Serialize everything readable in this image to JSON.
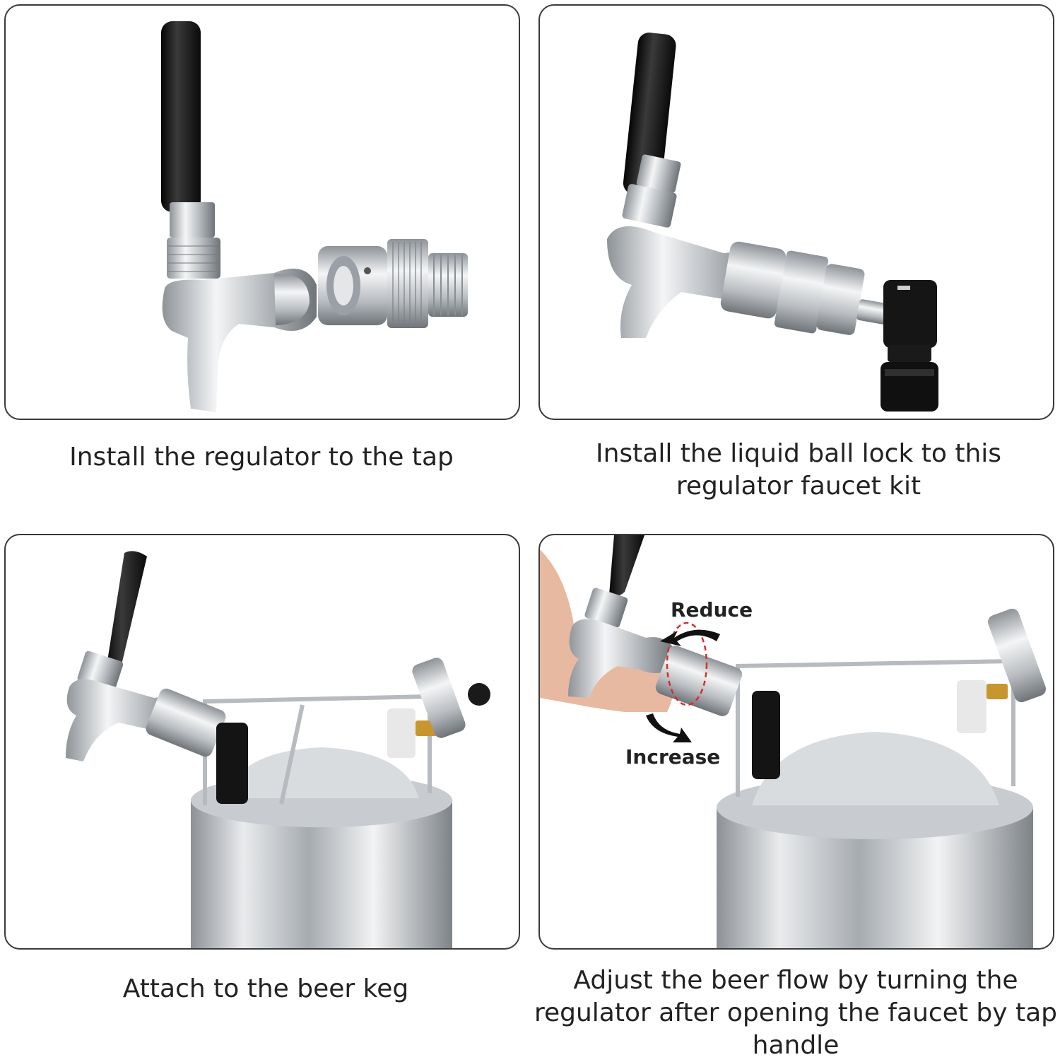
{
  "steps": [
    {
      "caption": "Install the regulator to the tap"
    },
    {
      "caption": "Install the liquid ball lock to this regulator faucet kit"
    },
    {
      "caption": "Attach to the beer keg"
    },
    {
      "caption": "Adjust the beer flow by turning the regulator after opening the faucet by tap handle"
    }
  ],
  "annotations": {
    "reduce": "Reduce",
    "increase": "Increase"
  },
  "colors": {
    "border": "#3a3a3a",
    "steel": "#c9ccd0",
    "handle": "#1c1c1c",
    "highlight": "#d32f2f"
  }
}
